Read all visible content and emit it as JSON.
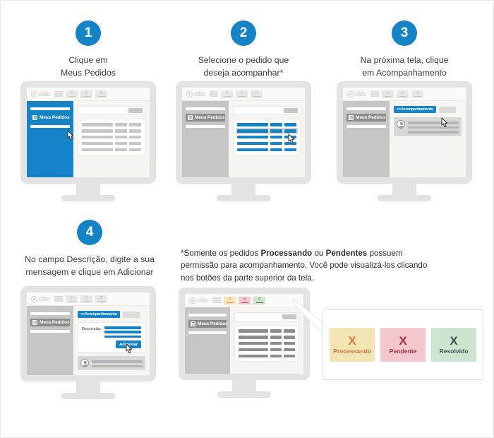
{
  "page": {
    "background": "#ffffff",
    "accent_blue": "#1583c6"
  },
  "steps": [
    {
      "number": "1",
      "caption": "Clique em\nMeus Pedidos"
    },
    {
      "number": "2",
      "caption": "Selecione o pedido que\ndeseja acompanhar*"
    },
    {
      "number": "3",
      "caption": "Na próxima tela, clique\nem Acompanhamento"
    },
    {
      "number": "4",
      "caption": "No campo Descrição, digite a sua\nmensagem e clique em Adicionar"
    }
  ],
  "app": {
    "logo_text": "dtic",
    "sidebar_item_label": "Meus Pedidos",
    "acompanhamento_button": "Acompanhamento",
    "acompanhamento_prefix": "<>",
    "descricao_label": "Descrição:",
    "adicionar_button": "Adicionar",
    "toolbar_counts": [
      "0",
      "0",
      "0"
    ]
  },
  "footnote": {
    "part1": "*Somente os pedidos ",
    "bold1": "Processando",
    "part2": " ou ",
    "bold2": "Pendentes",
    "part3": " possuem permissão para acompanhamento. Você pode visualizá-los clicando nos botões da parte superior da tela."
  },
  "status_badges": [
    {
      "mark": "X",
      "label": "Processando",
      "bg": "#f3e4b4",
      "fg": "#d4773a"
    },
    {
      "mark": "X",
      "label": "Pendente",
      "bg": "#f2c7cd",
      "fg": "#a8303f"
    },
    {
      "mark": "X",
      "label": "Resolvido",
      "bg": "#cfe4ce",
      "fg": "#3f5357"
    }
  ]
}
